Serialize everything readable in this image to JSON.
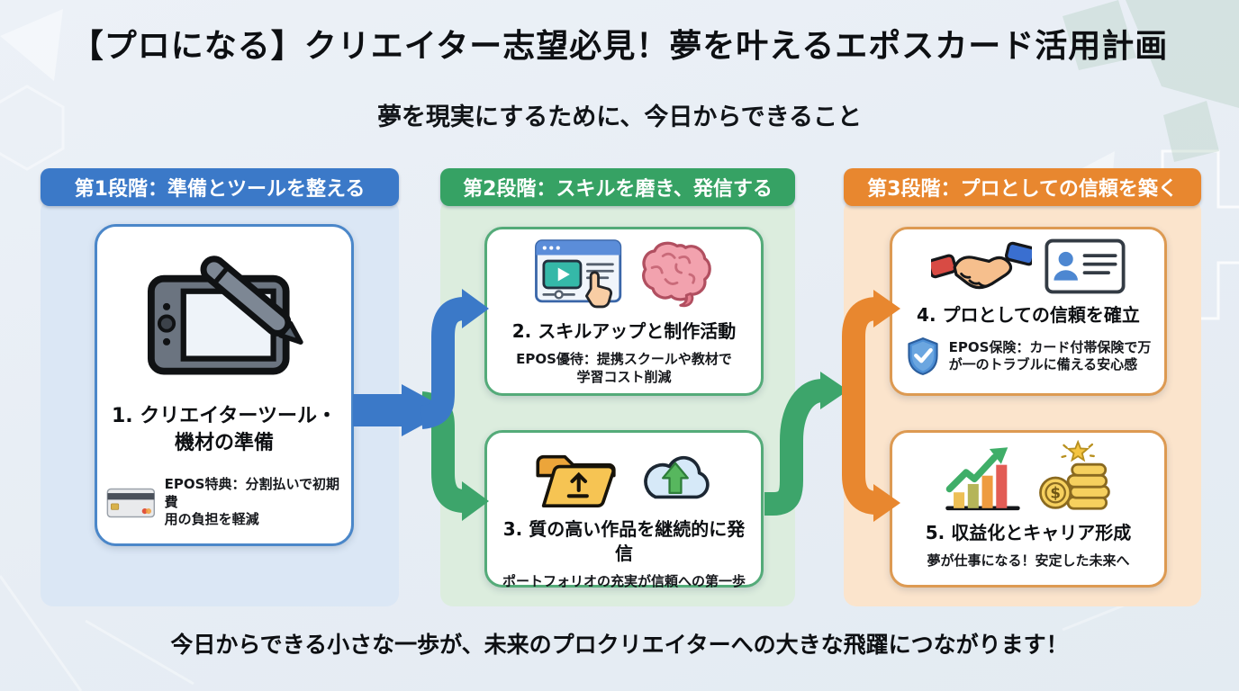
{
  "header": {
    "title": "【プロになる】クリエイター志望必見！夢を叶えるエポスカード活用計画",
    "subtitle": "夢を現実にするために、今日からできること"
  },
  "stages": [
    {
      "label": "第1段階：準備とツールを整える",
      "accent_color": "#3b79c8",
      "panel_color": "#dbe7f5",
      "cards": [
        {
          "title": "1. クリエイターツール・\n機材の準備",
          "note": "EPOS特典：分割払いで初期費\n用の負担を軽減",
          "main_icons": [
            "pen-tablet-icon"
          ],
          "note_icon": "credit-card-icon"
        }
      ]
    },
    {
      "label": "第2段階：スキルを磨き、発信する",
      "accent_color": "#36a264",
      "panel_color": "#dcedde",
      "cards": [
        {
          "title": "2. スキルアップと制作活動",
          "note": "EPOS優待：提携スクールや教材で\n学習コスト削減",
          "main_icons": [
            "video-tutorial-icon",
            "brain-icon"
          ]
        },
        {
          "title": "3. 質の高い作品を継続的に発信",
          "note": "ポートフォリオの充実が信頼への第一歩",
          "main_icons": [
            "folder-upload-icon",
            "cloud-upload-icon"
          ]
        }
      ]
    },
    {
      "label": "第3段階：プロとしての信頼を築く",
      "accent_color": "#e8872f",
      "panel_color": "#fbe4cc",
      "cards": [
        {
          "title": "4. プロとしての信頼を確立",
          "note": "EPOS保険：カード付帯保険で万\nが一のトラブルに備える安心感",
          "main_icons": [
            "handshake-icon",
            "id-card-icon"
          ],
          "note_icon": "shield-check-icon"
        },
        {
          "title": "5. 収益化とキャリア形成",
          "note": "夢が仕事になる！安定した未来へ",
          "main_icons": [
            "growth-chart-icon",
            "coins-star-icon"
          ]
        }
      ]
    }
  ],
  "arrows": {
    "stage1_color": "#3b79c8",
    "stage2_color": "#3da56b",
    "stage3_color": "#e8872f"
  },
  "footer": {
    "text": "今日からできる小さな一歩が、未来のプロクリエイターへの大きな飛躍につながります！"
  }
}
